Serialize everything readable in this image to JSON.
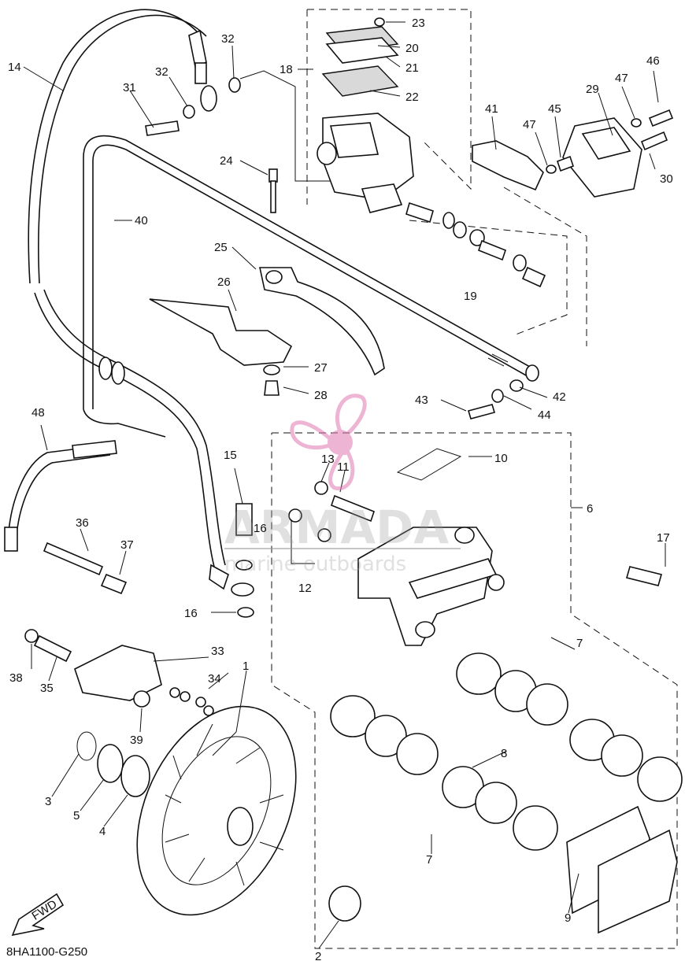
{
  "diagram": {
    "code": "8HA1100-G250",
    "direction_badge": "FWD",
    "callouts": [
      {
        "id": "c1",
        "label": "1"
      },
      {
        "id": "c2",
        "label": "2"
      },
      {
        "id": "c3",
        "label": "3"
      },
      {
        "id": "c4",
        "label": "4"
      },
      {
        "id": "c5",
        "label": "5"
      },
      {
        "id": "c6",
        "label": "6"
      },
      {
        "id": "c7a",
        "label": "7"
      },
      {
        "id": "c7b",
        "label": "7"
      },
      {
        "id": "c8",
        "label": "8"
      },
      {
        "id": "c9",
        "label": "9"
      },
      {
        "id": "c10",
        "label": "10"
      },
      {
        "id": "c11",
        "label": "11"
      },
      {
        "id": "c12",
        "label": "12"
      },
      {
        "id": "c13",
        "label": "13"
      },
      {
        "id": "c14",
        "label": "14"
      },
      {
        "id": "c15",
        "label": "15"
      },
      {
        "id": "c16a",
        "label": "16"
      },
      {
        "id": "c16b",
        "label": "16"
      },
      {
        "id": "c17",
        "label": "17"
      },
      {
        "id": "c18",
        "label": "18"
      },
      {
        "id": "c19",
        "label": "19"
      },
      {
        "id": "c20",
        "label": "20"
      },
      {
        "id": "c21",
        "label": "21"
      },
      {
        "id": "c22",
        "label": "22"
      },
      {
        "id": "c23",
        "label": "23"
      },
      {
        "id": "c24",
        "label": "24"
      },
      {
        "id": "c25",
        "label": "25"
      },
      {
        "id": "c26",
        "label": "26"
      },
      {
        "id": "c27",
        "label": "27"
      },
      {
        "id": "c28",
        "label": "28"
      },
      {
        "id": "c29",
        "label": "29"
      },
      {
        "id": "c30",
        "label": "30"
      },
      {
        "id": "c31",
        "label": "31"
      },
      {
        "id": "c32a",
        "label": "32"
      },
      {
        "id": "c32b",
        "label": "32"
      },
      {
        "id": "c33",
        "label": "33"
      },
      {
        "id": "c34",
        "label": "34"
      },
      {
        "id": "c35",
        "label": "35"
      },
      {
        "id": "c36",
        "label": "36"
      },
      {
        "id": "c37",
        "label": "37"
      },
      {
        "id": "c38",
        "label": "38"
      },
      {
        "id": "c39",
        "label": "39"
      },
      {
        "id": "c40",
        "label": "40"
      },
      {
        "id": "c41",
        "label": "41"
      },
      {
        "id": "c42",
        "label": "42"
      },
      {
        "id": "c43",
        "label": "43"
      },
      {
        "id": "c44",
        "label": "44"
      },
      {
        "id": "c45",
        "label": "45"
      },
      {
        "id": "c46",
        "label": "46"
      },
      {
        "id": "c47a",
        "label": "47"
      },
      {
        "id": "c47b",
        "label": "47"
      },
      {
        "id": "c48",
        "label": "48"
      }
    ]
  },
  "watermark": {
    "brand": "ARMADA",
    "tagline": "marine outboards",
    "logo_color": "#e07ab0"
  }
}
